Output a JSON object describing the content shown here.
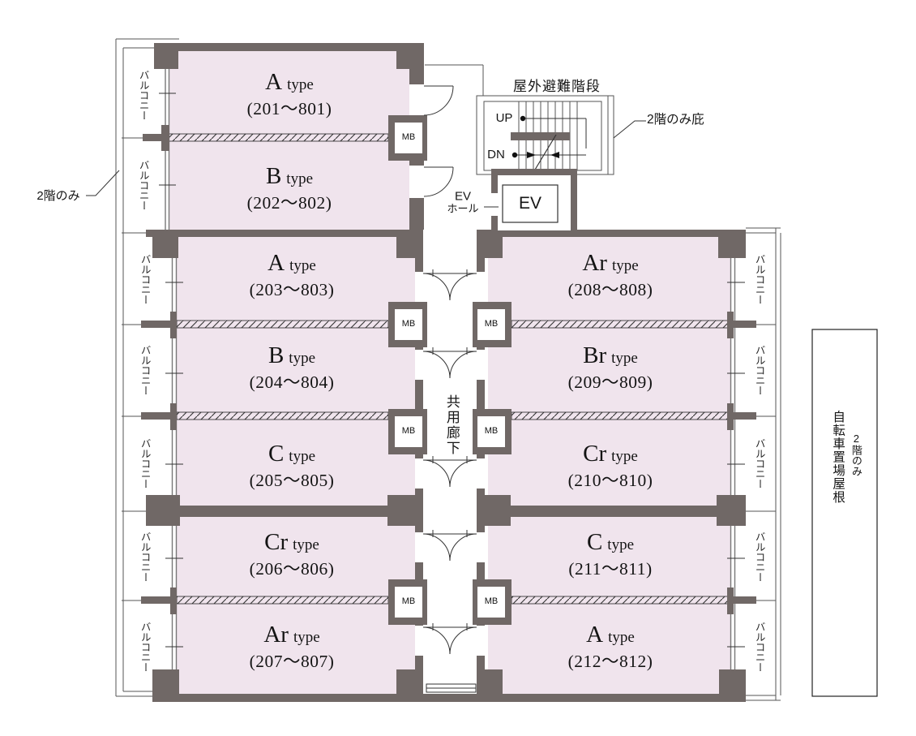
{
  "shared": {
    "type_word": "type",
    "balcony": "バルコニー",
    "mb": "MB"
  },
  "units": [
    {
      "letter": "A",
      "range": "(201〜801)"
    },
    {
      "letter": "B",
      "range": "(202〜802)"
    },
    {
      "letter": "A",
      "range": "(203〜803)"
    },
    {
      "letter": "B",
      "range": "(204〜804)"
    },
    {
      "letter": "C",
      "range": "(205〜805)"
    },
    {
      "letter": "Cr",
      "range": "(206〜806)"
    },
    {
      "letter": "Ar",
      "range": "(207〜807)"
    },
    {
      "letter": "Ar",
      "range": "(208〜808)"
    },
    {
      "letter": "Br",
      "range": "(209〜809)"
    },
    {
      "letter": "Cr",
      "range": "(210〜810)"
    },
    {
      "letter": "C",
      "range": "(211〜811)"
    },
    {
      "letter": "A",
      "range": "(212〜812)"
    }
  ],
  "labels": {
    "corridor": "共用廊下",
    "stairs": "屋外避難階段",
    "up": "UP",
    "down": "DN",
    "elevator": "EV",
    "ev_hall_line1": "EV",
    "ev_hall_line2": "ホール",
    "canopy_note": "2階のみ庇",
    "left_note": "2階のみ",
    "bike_shed": "自転車置場屋根",
    "bike_shed_note": "2階のみ"
  },
  "colors": {
    "unit_fill": "#f0e4ed",
    "wall": "#706866",
    "line": "#333333"
  }
}
